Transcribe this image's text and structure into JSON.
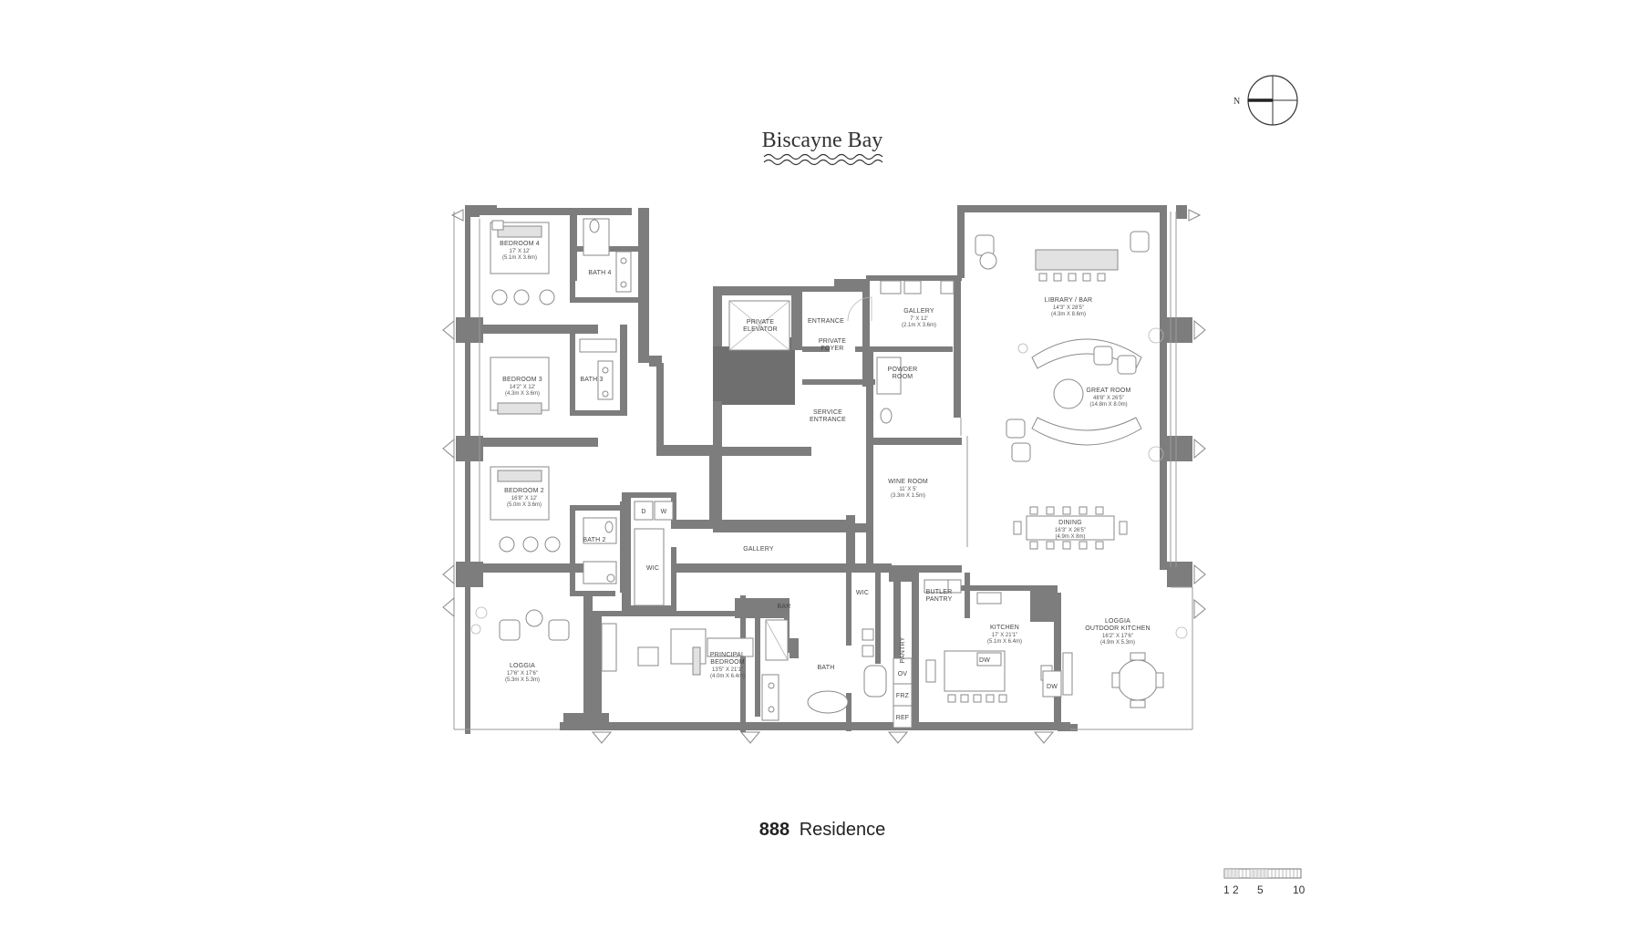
{
  "header": {
    "title": "Biscayne Bay",
    "north_label": "N"
  },
  "footer": {
    "residence_number": "888",
    "residence_name": "Residence"
  },
  "scale_bar": {
    "labels": [
      "1",
      "2",
      "5",
      "10"
    ]
  },
  "rooms": {
    "bedroom4": {
      "name": "BEDROOM 4",
      "dim": "17' X 12'",
      "metric": "(5.1m X 3.6m)"
    },
    "bath4": {
      "name": "BATH 4"
    },
    "bedroom3": {
      "name": "BEDROOM 3",
      "dim": "14'2\" X 12'",
      "metric": "(4.3m X 3.6m)"
    },
    "bath3": {
      "name": "BATH 3"
    },
    "bedroom2": {
      "name": "BEDROOM 2",
      "dim": "16'8\" X 12'",
      "metric": "(5.0m X 3.6m)"
    },
    "bath2": {
      "name": "BATH 2"
    },
    "loggia_w": {
      "name": "LOGGIA",
      "dim": "17'6\" X 17'6\"",
      "metric": "(5.3m X 5.3m)"
    },
    "wic1": {
      "name": "WIC"
    },
    "laundry_d": {
      "name": "D"
    },
    "laundry_w": {
      "name": "W"
    },
    "gallery_main": {
      "name": "GALLERY"
    },
    "private_elevator": {
      "name1": "PRIVATE",
      "name2": "ELEVATOR"
    },
    "entrance": {
      "name": "ENTRANCE"
    },
    "private_foyer": {
      "name1": "PRIVATE",
      "name2": "FOYER"
    },
    "service_entrance": {
      "name1": "SERVICE",
      "name2": "ENTRANCE"
    },
    "gallery_small": {
      "name": "GALLERY",
      "dim": "7' X 12'",
      "metric": "(2.1m X 3.6m)"
    },
    "powder_room": {
      "name1": "POWDER",
      "name2": "ROOM"
    },
    "wine_room": {
      "name": "WINE ROOM",
      "dim": "11' X 5'",
      "metric": "(3.3m X 1.5m)"
    },
    "library_bar": {
      "name": "LIBRARY / BAR",
      "dim": "14'3\" X 28'5\"",
      "metric": "(4.3m X 8.6m)"
    },
    "great_room": {
      "name": "GREAT ROOM",
      "dim": "48'8\" X 26'5\"",
      "metric": "(14.8m X 8.0m)"
    },
    "dining": {
      "name": "DINING",
      "dim": "16'3\" X 26'5\"",
      "metric": "(4.9m X 8m)"
    },
    "bar": {
      "name": "BAR"
    },
    "principal_bedroom": {
      "name1": "PRINCIPAL",
      "name2": "BEDROOM",
      "dim": "13'5\" X 21'1\"",
      "metric": "(4.0m X 6.4m)"
    },
    "bath_principal": {
      "name": "BATH"
    },
    "wic2": {
      "name": "WIC"
    },
    "butler_pantry": {
      "name1": "BUTLER",
      "name2": "PANTRY"
    },
    "pantry": {
      "name": "PANTRY"
    },
    "ov": {
      "name": "OV"
    },
    "frz": {
      "name": "FRZ"
    },
    "ref": {
      "name": "REF"
    },
    "kitchen": {
      "name": "KITCHEN",
      "dim": "17' X 21'1\"",
      "metric": "(5.1m X 6.4m)"
    },
    "dw1": {
      "name": "DW"
    },
    "dw2": {
      "name": "DW"
    },
    "loggia_e": {
      "name1": "LOGGIA",
      "name2": "OUTDOOR KITCHEN",
      "dim": "16'2\" X 17'6\"",
      "metric": "(4.9m X 5.3m)"
    }
  }
}
